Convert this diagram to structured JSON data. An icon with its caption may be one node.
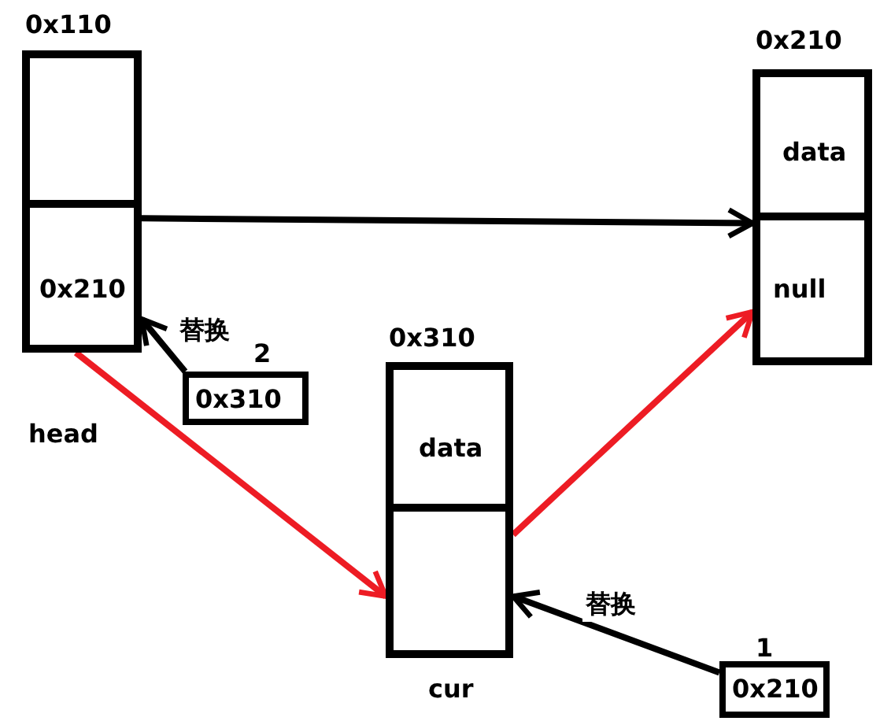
{
  "diagram": {
    "nodes": [
      {
        "text": [
          "0x110"
        ],
        "beside": [
          "head"
        ]
      },
      {
        "text": [],
        "shape": "box",
        "in": 0
      },
      {
        "text": [
          "0x210"
        ],
        "in": 0
      },
      {
        "text": [
          "0x210"
        ]
      },
      {
        "text": [
          "data"
        ],
        "in": 3
      },
      {
        "text": [
          "null"
        ],
        "in": 3
      },
      {
        "text": [
          "0x310"
        ],
        "beside": [
          "cur"
        ]
      },
      {
        "text": [
          "data"
        ],
        "in": 6
      },
      {
        "text": [],
        "shape": "box",
        "in": 6
      },
      {
        "text": [
          "0x310"
        ],
        "beside": [
          "2"
        ]
      },
      {
        "text": [
          "0x210"
        ],
        "beside": [
          "1"
        ]
      }
    ],
    "edges": [
      {
        "from": 2,
        "to": 5,
        "arrow": "to"
      },
      {
        "from": 9,
        "to": 2,
        "arrow": "to",
        "label": "替换"
      },
      {
        "from": 2,
        "to": 8,
        "arrow": "to",
        "color": "#ed1c24"
      },
      {
        "from": 8,
        "to": 5,
        "arrow": "to",
        "color": "#ed1c24"
      },
      {
        "from": 10,
        "to": 8,
        "arrow": "to",
        "label": "替换"
      }
    ]
  }
}
